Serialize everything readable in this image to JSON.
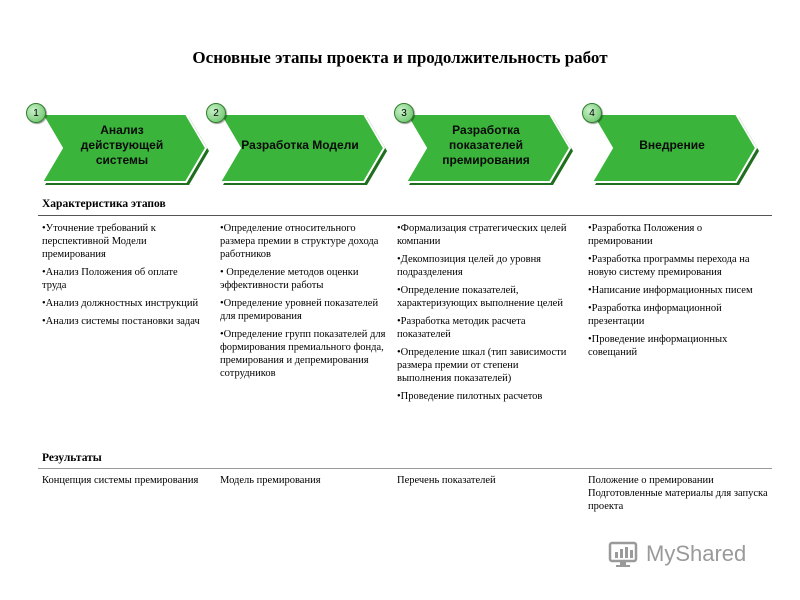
{
  "title": "Основные этапы проекта и продолжительность работ",
  "colors": {
    "stage_fill": "#3ab43a",
    "stage_dark": "#1f6f1f"
  },
  "stages": [
    {
      "number": "1",
      "label": "Анализ действующей системы"
    },
    {
      "number": "2",
      "label": "Разработка Модели"
    },
    {
      "number": "3",
      "label": "Разработка показателей премирования"
    },
    {
      "number": "4",
      "label": "Внедрение"
    }
  ],
  "characteristics_heading": "Характеристика этапов",
  "characteristics": [
    [
      "•Уточнение требований к перспективной Модели премирования",
      "•Анализ Положения об оплате труда",
      "•Анализ должностных инструкций",
      "•Анализ системы постановки задач"
    ],
    [
      "•Определение относительного размера премии в структуре дохода работников",
      "• Определение методов оценки эффективности работы",
      "•Определение уровней показателей для премирования",
      "•Определение групп показателей для формирования премиального фонда, премирования и депремирования сотрудников"
    ],
    [
      "•Формализация стратегических целей компании",
      "•Декомпозиция целей до уровня подразделения",
      "•Определение показателей, характеризующих выполнение целей",
      "•Разработка методик расчета показателей",
      "•Определение шкал (тип зависимости размера премии от степени выполнения показателей)",
      "•Проведение пилотных расчетов"
    ],
    [
      "•Разработка Положения о премировании",
      "•Разработка программы перехода на новую систему премирования",
      "•Написание информационных писем",
      "•Разработка информационной презентации",
      "•Проведение информационных совещаний"
    ]
  ],
  "results_heading": "Результаты",
  "results": [
    [
      "Концепция системы премирования"
    ],
    [
      "Модель премирования"
    ],
    [
      "Перечень показателей"
    ],
    [
      "Положение о премировании",
      "Подготовленные материалы для запуска проекта"
    ]
  ],
  "watermark": {
    "text": "MyShared",
    "icon": "myshared-logo-icon"
  }
}
